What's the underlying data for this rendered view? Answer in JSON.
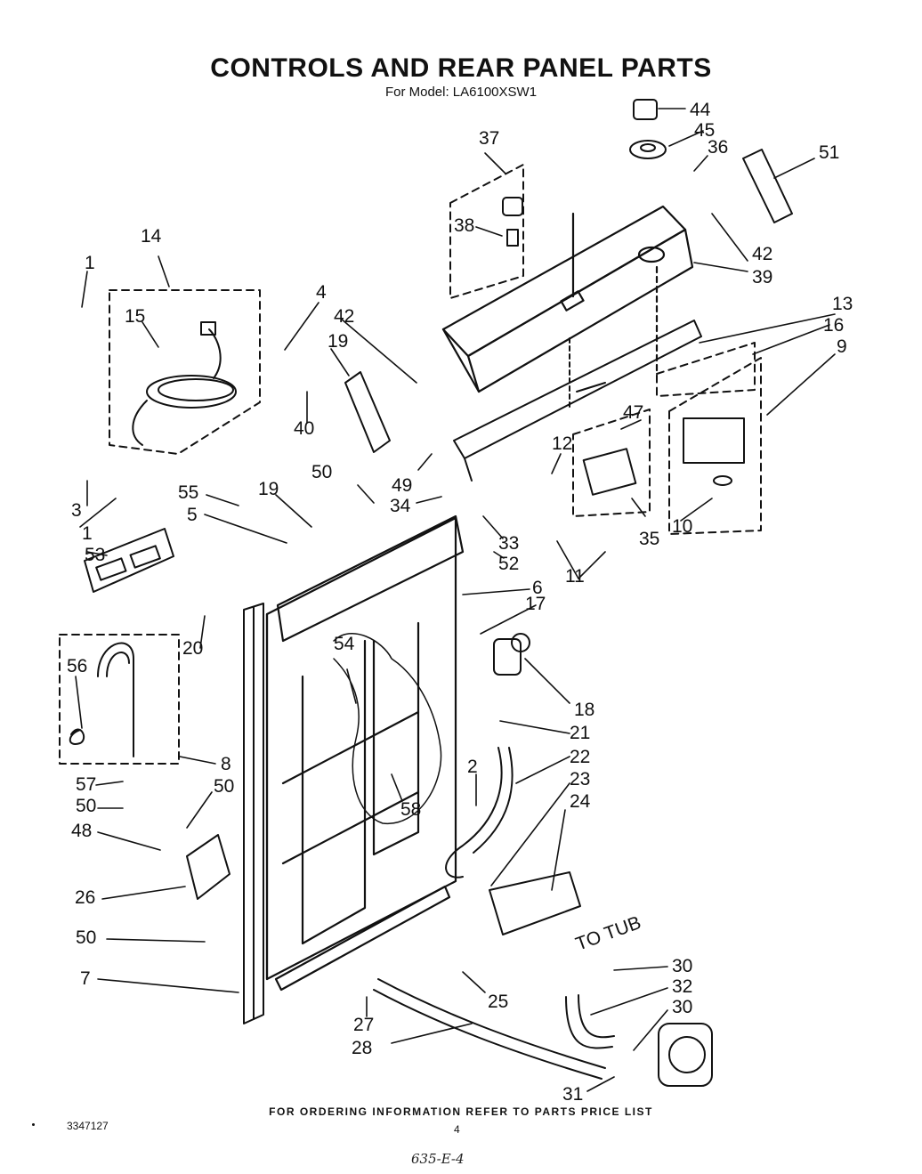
{
  "title": "CONTROLS AND REAR PANEL PARTS",
  "subtitle": "For Model: LA6100XSW1",
  "callouts": [
    "44",
    "45",
    "36",
    "37",
    "51",
    "38",
    "14",
    "42",
    "39",
    "1",
    "4",
    "42",
    "13",
    "15",
    "16",
    "19",
    "9",
    "47",
    "12",
    "40",
    "50",
    "49",
    "34",
    "55",
    "19",
    "5",
    "3",
    "1",
    "33",
    "52",
    "35",
    "10",
    "53",
    "11",
    "6",
    "17",
    "20",
    "56",
    "54",
    "18",
    "21",
    "22",
    "2",
    "23",
    "24",
    "8",
    "57",
    "50",
    "58",
    "50",
    "48",
    "26",
    "30",
    "50",
    "32",
    "30",
    "7",
    "25",
    "27",
    "28",
    "31",
    "TO TUB"
  ],
  "footer": "FOR ORDERING INFORMATION REFER TO PARTS PRICE LIST",
  "doc_number": "3347127",
  "page_number": "4",
  "handwritten_note": "635-E-4"
}
